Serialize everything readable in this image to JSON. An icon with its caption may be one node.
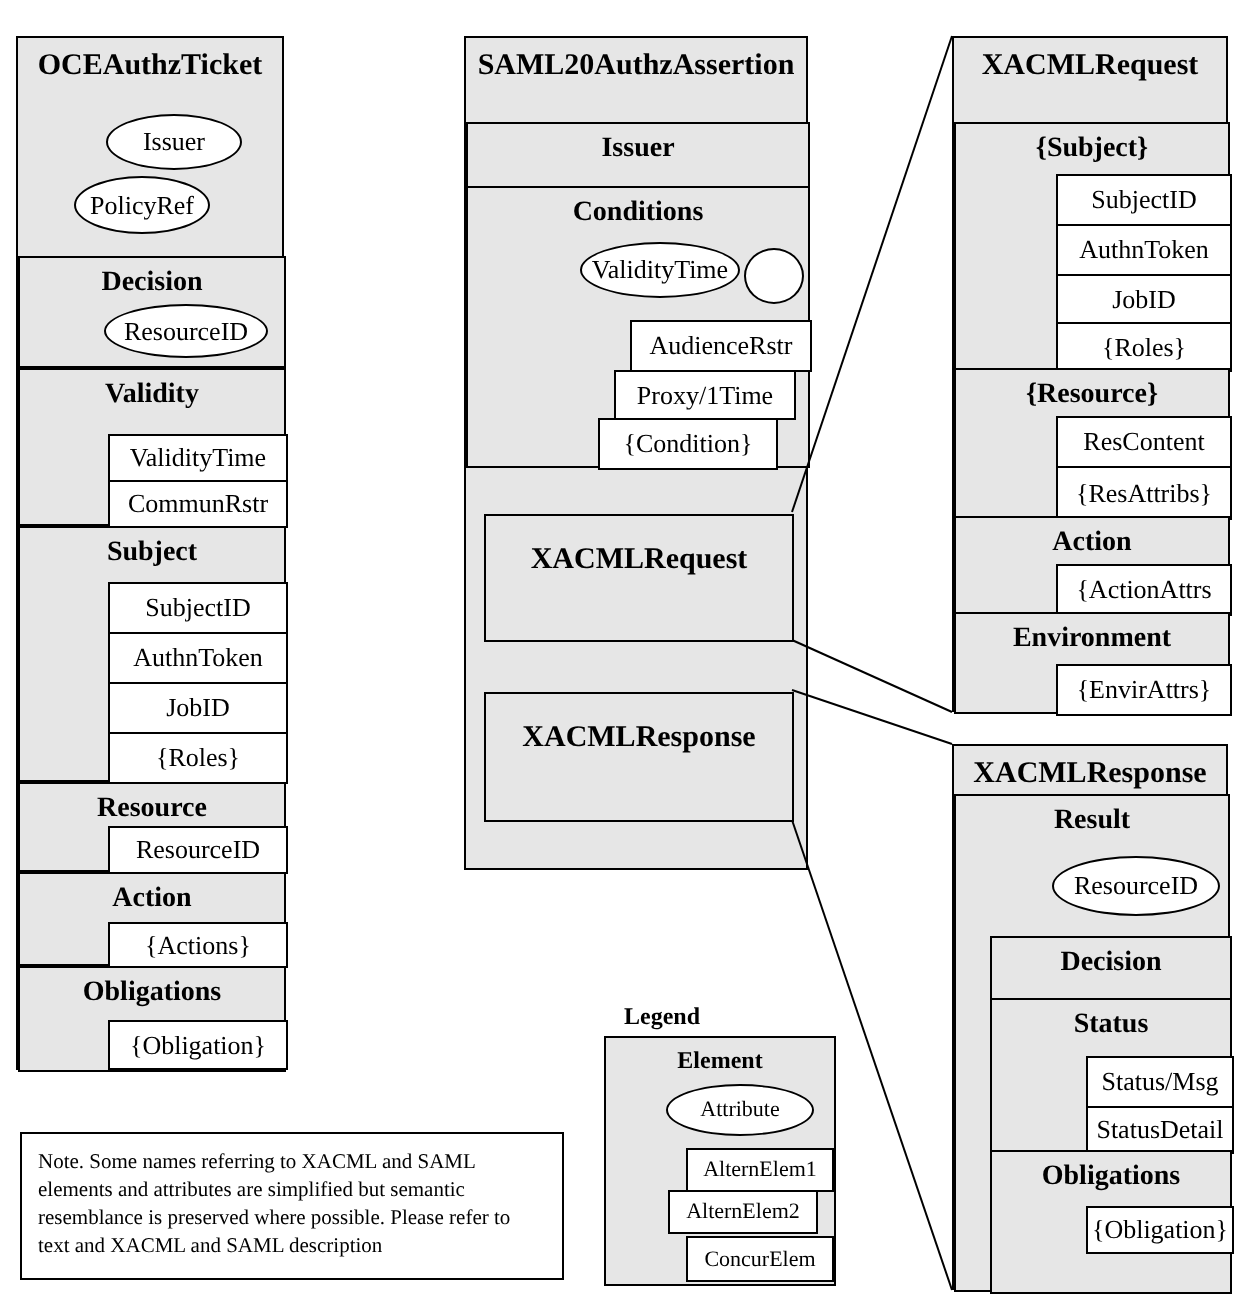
{
  "diagram": {
    "nodes": [
      {
        "text": [
          "OCEAuthzTicket"
        ]
      },
      {
        "text": [
          "Issuer"
        ],
        "in": 0
      },
      {
        "text": [
          "PolicyRef"
        ],
        "in": 0
      },
      {
        "text": [
          "Decision"
        ],
        "in": 0
      },
      {
        "text": [
          "ResourceID"
        ],
        "in": 3
      },
      {
        "text": [
          "Validity"
        ],
        "in": 0
      },
      {
        "text": [
          "ValidityTime"
        ],
        "in": 5
      },
      {
        "text": [
          "CommunRstr"
        ],
        "in": 5
      },
      {
        "text": [
          "Subject"
        ],
        "in": 0
      },
      {
        "text": [
          "SubjectID"
        ],
        "in": 8
      },
      {
        "text": [
          "AuthnToken"
        ],
        "in": 8
      },
      {
        "text": [
          "JobID"
        ],
        "in": 8
      },
      {
        "text": [
          "{Roles}"
        ],
        "in": 8
      },
      {
        "text": [
          "Resource"
        ],
        "in": 0
      },
      {
        "text": [
          "ResourceID"
        ],
        "in": 13
      },
      {
        "text": [
          "Action"
        ],
        "in": 0
      },
      {
        "text": [
          "{Actions}"
        ],
        "in": 15
      },
      {
        "text": [
          "Obligations"
        ],
        "in": 0
      },
      {
        "text": [
          "{Obligation}"
        ],
        "in": 17
      },
      {
        "text": [
          "SAML20AuthzAssertion"
        ]
      },
      {
        "text": [
          "Issuer"
        ],
        "in": 19
      },
      {
        "text": [
          "Conditions"
        ],
        "in": 19
      },
      {
        "text": [],
        "shape": "circle",
        "in": 21
      },
      {
        "text": [
          "ValidityTime"
        ],
        "in": 21
      },
      {
        "text": [
          "AudienceRstr"
        ],
        "in": 21
      },
      {
        "text": [
          "Proxy/1Time"
        ],
        "in": 21
      },
      {
        "text": [
          "{Condition}"
        ],
        "in": 21
      },
      {
        "text": [
          "XACMLRequest"
        ],
        "in": 19
      },
      {
        "text": [
          "XACMLResponse"
        ],
        "in": 19
      },
      {
        "text": [
          "XACMLRequest"
        ]
      },
      {
        "text": [
          "{Subject}"
        ],
        "in": 29
      },
      {
        "text": [
          "SubjectID"
        ],
        "in": 30
      },
      {
        "text": [
          "AuthnToken"
        ],
        "in": 30
      },
      {
        "text": [
          "JobID"
        ],
        "in": 30
      },
      {
        "text": [
          "{Roles}"
        ],
        "in": 30
      },
      {
        "text": [
          "{Resource}"
        ],
        "in": 29
      },
      {
        "text": [
          "ResContent"
        ],
        "in": 35
      },
      {
        "text": [
          "{ResAttribs}"
        ],
        "in": 35
      },
      {
        "text": [
          "Action"
        ],
        "in": 29
      },
      {
        "text": [
          "{ActionAttrs"
        ],
        "in": 38
      },
      {
        "text": [
          "Environment"
        ],
        "in": 29
      },
      {
        "text": [
          "{EnvirAttrs}"
        ],
        "in": 40
      },
      {
        "text": [
          "XACMLResponse"
        ]
      },
      {
        "text": [
          "Result"
        ],
        "in": 42
      },
      {
        "text": [
          "ResourceID"
        ],
        "in": 43
      },
      {
        "text": [
          "Decision"
        ],
        "in": 43
      },
      {
        "text": [
          "Status"
        ],
        "in": 43
      },
      {
        "text": [
          "Status/Msg"
        ],
        "in": 46
      },
      {
        "text": [
          "StatusDetail"
        ],
        "in": 46
      },
      {
        "text": [
          "Obligations"
        ],
        "in": 43
      },
      {
        "text": [
          "{Obligation}"
        ],
        "in": 49
      },
      {
        "text": [
          "Element"
        ]
      },
      {
        "text": [
          "Attribute"
        ],
        "in": 51
      },
      {
        "text": [
          "AlternElem1"
        ],
        "in": 51
      },
      {
        "text": [
          "AlternElem2"
        ],
        "in": 51
      },
      {
        "text": [
          "ConcurElem"
        ],
        "in": 51
      },
      {
        "text": [
          "Note. Some names referring to XACML and SAML elements and attributes are simplified but semantic resemblance is preserved where possible. Please refer to text and XACML and SAML description"
        ]
      }
    ],
    "edges": [
      {
        "from": 27,
        "to": 29,
        "arrow": "none"
      },
      {
        "from": 27,
        "to": 29,
        "arrow": "none"
      },
      {
        "from": 28,
        "to": 42,
        "arrow": "none"
      },
      {
        "from": 28,
        "to": 42,
        "arrow": "none"
      }
    ],
    "labels": [
      "Legend"
    ]
  }
}
